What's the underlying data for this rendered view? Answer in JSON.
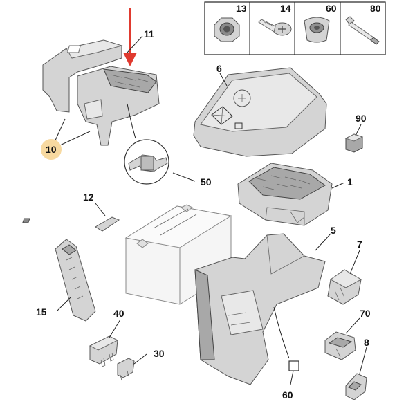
{
  "diagram": {
    "callouts": {
      "c1": "1",
      "c5": "5",
      "c6": "6",
      "c7": "7",
      "c8": "8",
      "c10": "10",
      "c11": "11",
      "c12": "12",
      "c15": "15",
      "c30": "30",
      "c40": "40",
      "c50": "50",
      "c60": "60",
      "c70": "70",
      "c90": "90"
    },
    "fasteners": [
      {
        "key": "13",
        "label": "13"
      },
      {
        "key": "14",
        "label": "14"
      },
      {
        "key": "60",
        "label": "60"
      },
      {
        "key": "80",
        "label": "80"
      }
    ],
    "colors": {
      "arrow": "#e03a2f",
      "highlight_badge": "#f7d9a0",
      "part_fill": "#d4d4d4",
      "outline": "#555555"
    }
  }
}
